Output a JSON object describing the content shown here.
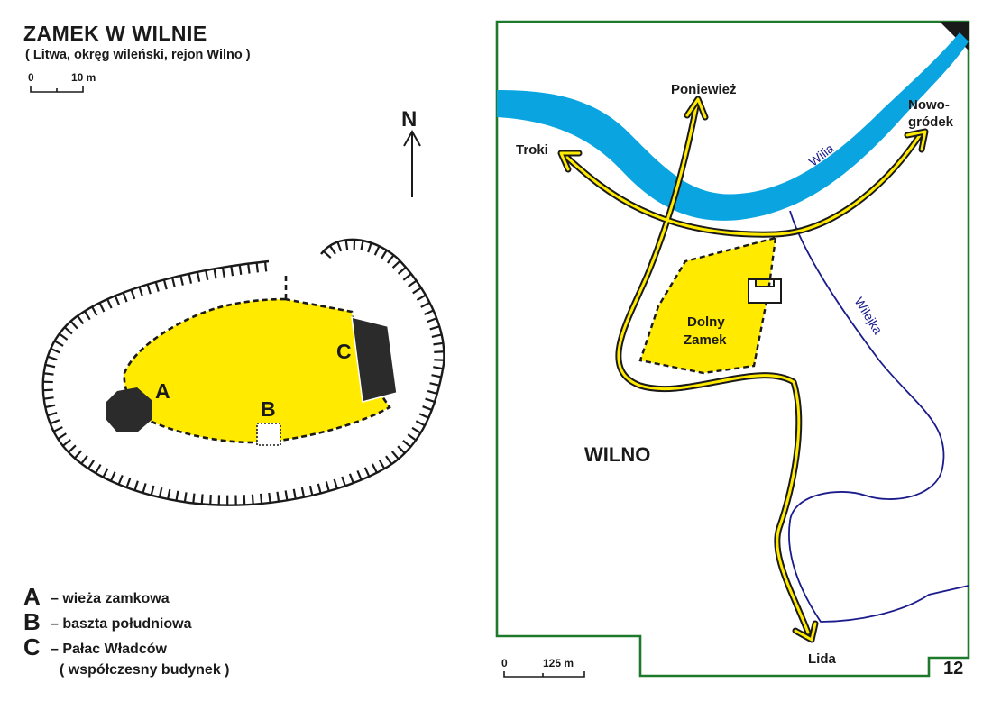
{
  "plan": {
    "title": "ZAMEK  W  WILNIE",
    "subtitle": "( Litwa, okręg wileński, rejon Wilno )",
    "scale_zero": "0",
    "scale_label": "10 m",
    "north": "N",
    "labels": {
      "a": "A",
      "b": "B",
      "c": "C"
    },
    "colors": {
      "courtyard": "#ffea00",
      "building": "#2b2b2b",
      "moat": "#1a1a1a"
    }
  },
  "legend": {
    "items": [
      {
        "letter": "A",
        "text": "–  wieża zamkowa"
      },
      {
        "letter": "B",
        "text": "–  baszta południowa"
      },
      {
        "letter": "C",
        "text": "–  Pałac Władców"
      }
    ],
    "note": "( współczesny  budynek )"
  },
  "map": {
    "places": {
      "poniewiez": "Poniewież",
      "troki": "Troki",
      "nowogrodek_1": "Nowo-",
      "nowogrodek_2": "gródek",
      "lida": "Lida",
      "wilno": "WILNO"
    },
    "castle_1": "Dolny",
    "castle_2": "Zamek",
    "rivers": {
      "wilia": "Wilia",
      "wilejka": "Wilejka"
    },
    "scale_zero": "0",
    "scale_label": "125 m",
    "page_number": "12",
    "colors": {
      "river_wide": "#0aa5e0",
      "river_narrow": "#1b1b8c",
      "road": "#ffea00",
      "frame": "#1d7a2a",
      "castle": "#ffea00"
    }
  }
}
